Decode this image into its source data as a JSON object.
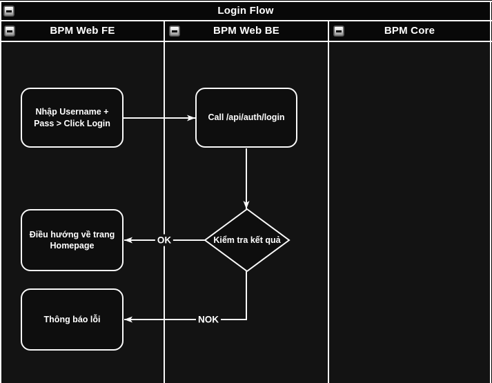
{
  "pool": {
    "title": "Login Flow"
  },
  "lanes": [
    {
      "label": "BPM Web FE"
    },
    {
      "label": "BPM Web BE"
    },
    {
      "label": "BPM Core"
    }
  ],
  "nodes": {
    "input_login": {
      "label": "Nhập Username +\nPass > Click Login",
      "shape": "rounded-rect",
      "lane": "BPM Web FE"
    },
    "call_api": {
      "label": "Call /api/auth/login",
      "shape": "rounded-rect",
      "lane": "BPM Web BE"
    },
    "check_result": {
      "label": "Kiểm tra kết quả",
      "shape": "decision-diamond",
      "lane": "BPM Web BE"
    },
    "redirect_homepage": {
      "label": "Điều hướng về trang\nHomepage",
      "shape": "rounded-rect",
      "lane": "BPM Web FE"
    },
    "error_message": {
      "label": "Thông báo lỗi",
      "shape": "rounded-rect",
      "lane": "BPM Web FE"
    }
  },
  "edges": {
    "input_to_call": {
      "label": ""
    },
    "call_to_check": {
      "label": ""
    },
    "check_to_redirect": {
      "label": "OK"
    },
    "check_to_error": {
      "label": "NOK"
    }
  },
  "icons": {
    "collapse": "minus-collapse-icon"
  },
  "colors": {
    "page_background": "#000000",
    "lane_body_background": "#131313",
    "header_background": "#080808",
    "node_background": "#0e0e0e",
    "border": "#fafafa",
    "text": "#ffffff"
  }
}
